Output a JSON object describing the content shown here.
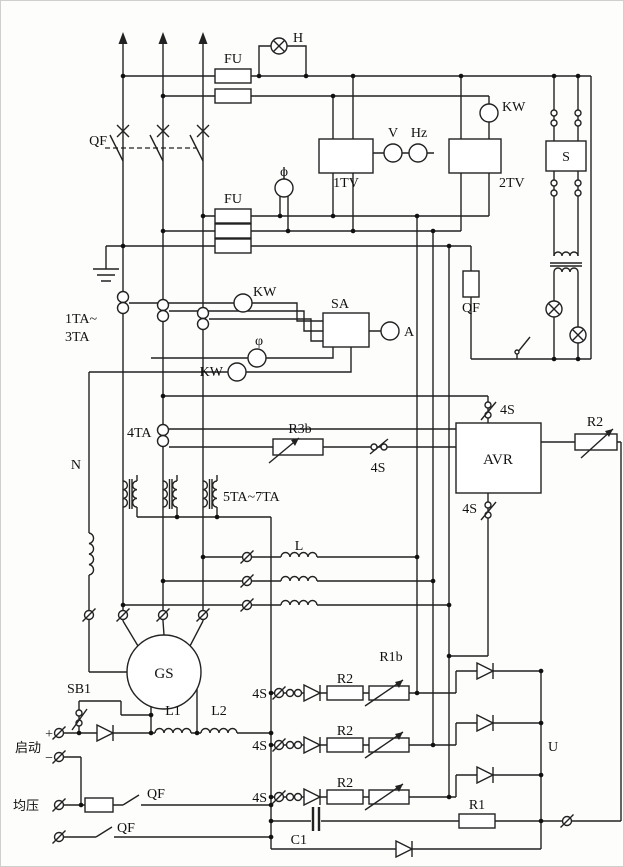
{
  "diagram": {
    "type": "electrical-schematic",
    "labels": {
      "lamp_h": "H",
      "fu_top": "FU",
      "qf_main": "QF",
      "meter_v": "V",
      "meter_hz": "Hz",
      "tv1": "1TV",
      "meter_kw_top": "KW",
      "tv2": "2TV",
      "switch_s": "S",
      "fu_mid": "FU",
      "meter_phi_top": "φ",
      "ta13_line1": "1TA~",
      "ta13_line2": "3TA",
      "meter_kw_mid": "KW",
      "sa": "SA",
      "meter_a": "A",
      "meter_phi_low": "φ",
      "meter_kw_low": "KW",
      "qf_aux": "QF",
      "s4_top": "4S",
      "r2_right": "R2",
      "ta4": "4TA",
      "r3b": "R3b",
      "s4_mid": "4S",
      "avr": "AVR",
      "s4_bottom": "4S",
      "n": "N",
      "ta57": "5TA~7TA",
      "l": "L",
      "gs": "GS",
      "sb1": "SB1",
      "l1": "L1",
      "l2": "L2",
      "plus": "+",
      "minus": "−",
      "qidong": "启动",
      "junya": "均压",
      "qf_field": "QF",
      "qf_bottom": "QF",
      "s4_row1": "4S",
      "s4_row2": "4S",
      "s4_row3": "4S",
      "r1b": "R1b",
      "r2_row1": "R2",
      "r2_row2": "R2",
      "r2_row3": "R2",
      "u": "U",
      "r1": "R1",
      "c1": "C1"
    }
  }
}
